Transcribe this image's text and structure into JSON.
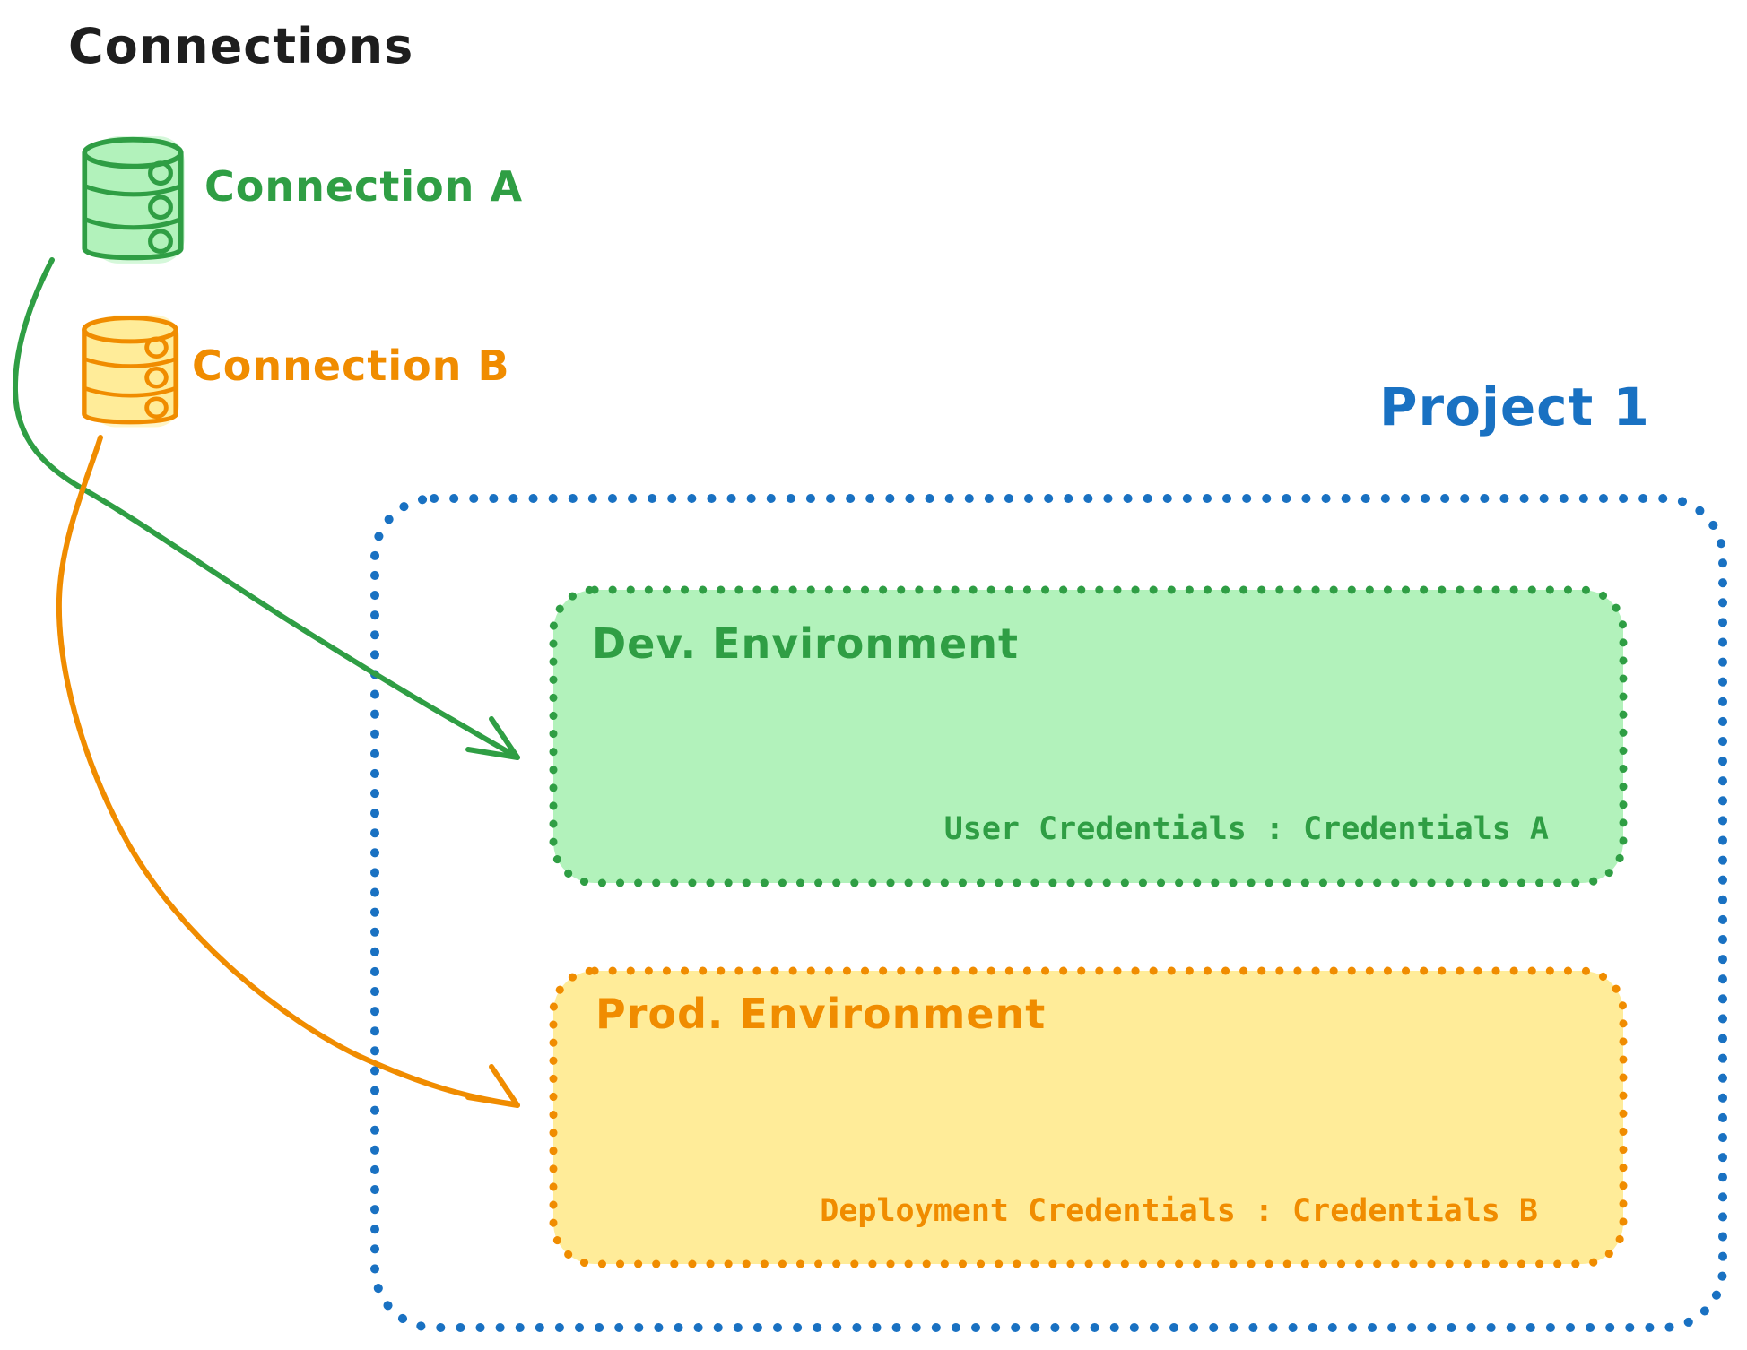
{
  "diagram": {
    "title": "Connections",
    "connections": [
      {
        "label": "Connection A",
        "color": "#2f9e44",
        "fill": "#b2f2bb",
        "icon": "database-icon"
      },
      {
        "label": "Connection B",
        "color": "#f08c00",
        "fill": "#ffec99",
        "icon": "database-icon"
      }
    ],
    "project": {
      "label": "Project 1",
      "color": "#1971c2",
      "environments": [
        {
          "label": "Dev. Environment",
          "credentials_label": "User Credentials : Credentials A",
          "color": "#2f9e44",
          "fill": "#b2f2bb"
        },
        {
          "label": "Prod. Environment",
          "credentials_label": "Deployment Credentials : Credentials B",
          "color": "#f08c00",
          "fill": "#ffec99"
        }
      ]
    },
    "arrows": [
      {
        "from": "Connection A",
        "to": "Dev. Environment",
        "color": "#2f9e44"
      },
      {
        "from": "Connection B",
        "to": "Prod. Environment",
        "color": "#f08c00"
      }
    ]
  }
}
